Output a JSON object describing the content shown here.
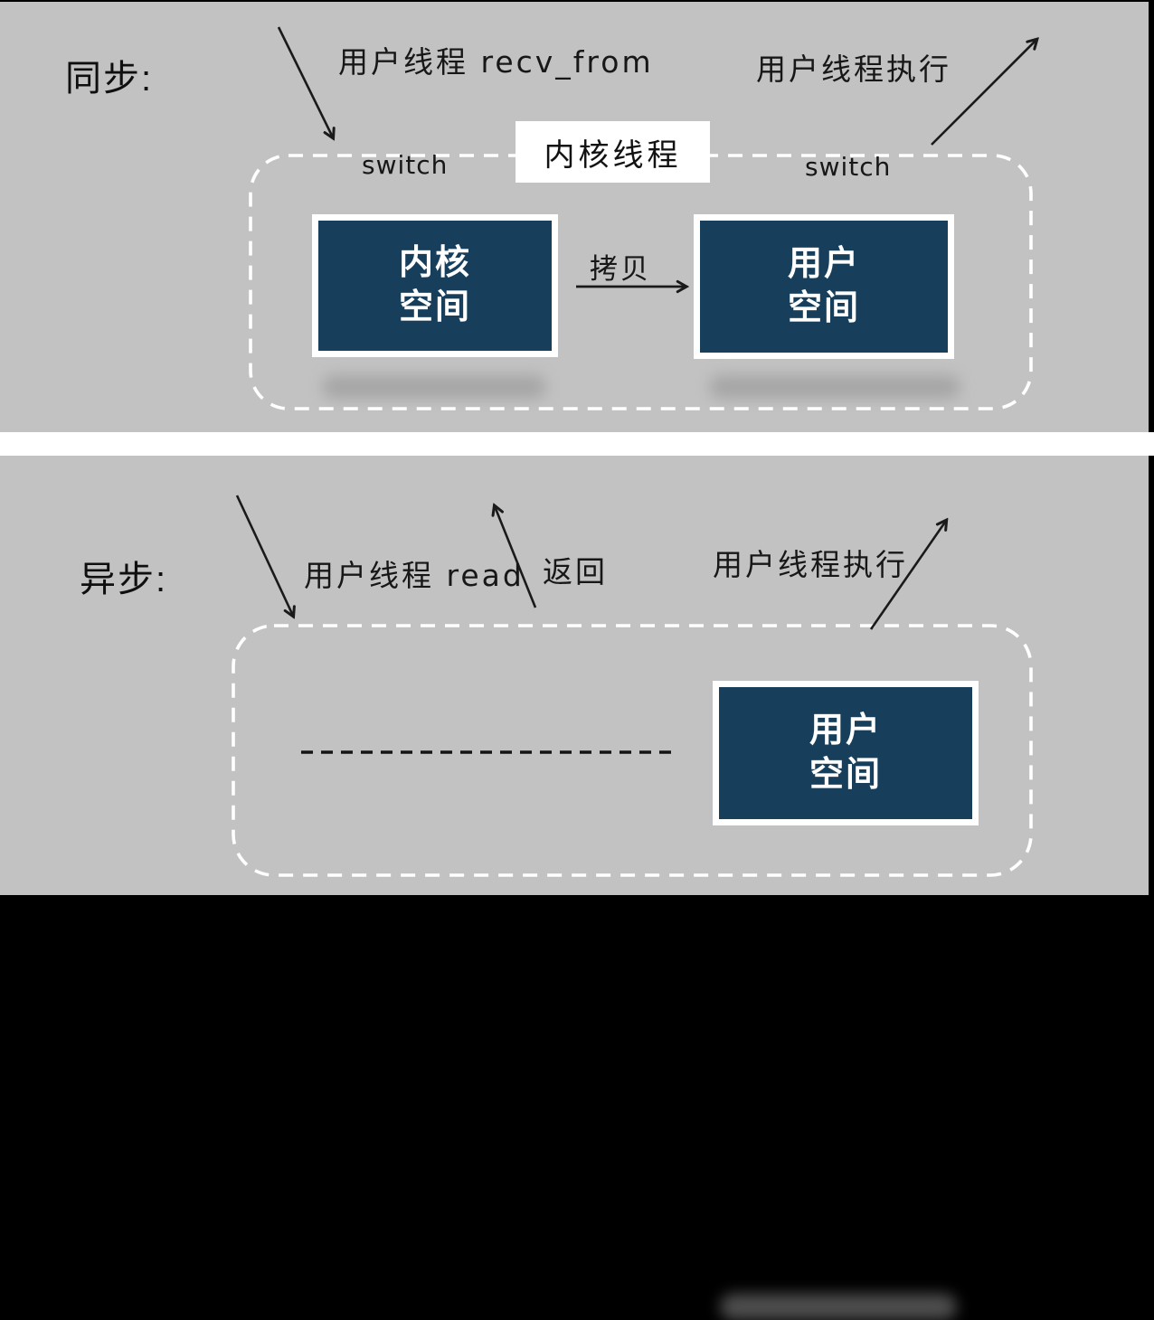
{
  "colors": {
    "panel_background": "#c2c2c2",
    "frame": "#000000",
    "divider": "#ffffff",
    "box_fill": "#173f5c",
    "box_border": "#ffffff",
    "dashed_outline": "#ffffff",
    "ink": "#1a1a1a"
  },
  "sync": {
    "section_label": "同步:",
    "recv_annotation": "用户线程 recv_from",
    "exec_annotation": "用户线程执行",
    "kernel_thread_label": "内核线程",
    "switch_left": "switch",
    "switch_right": "switch",
    "copy_label": "拷贝",
    "kernel_space": {
      "line1": "内核",
      "line2": "空间"
    },
    "user_space": {
      "line1": "用户",
      "line2": "空间"
    }
  },
  "async": {
    "section_label": "异步:",
    "read_annotation": "用户线程 read",
    "return_annotation": "返回",
    "exec_annotation": "用户线程执行",
    "user_space": {
      "line1": "用户",
      "line2": "空间"
    }
  }
}
